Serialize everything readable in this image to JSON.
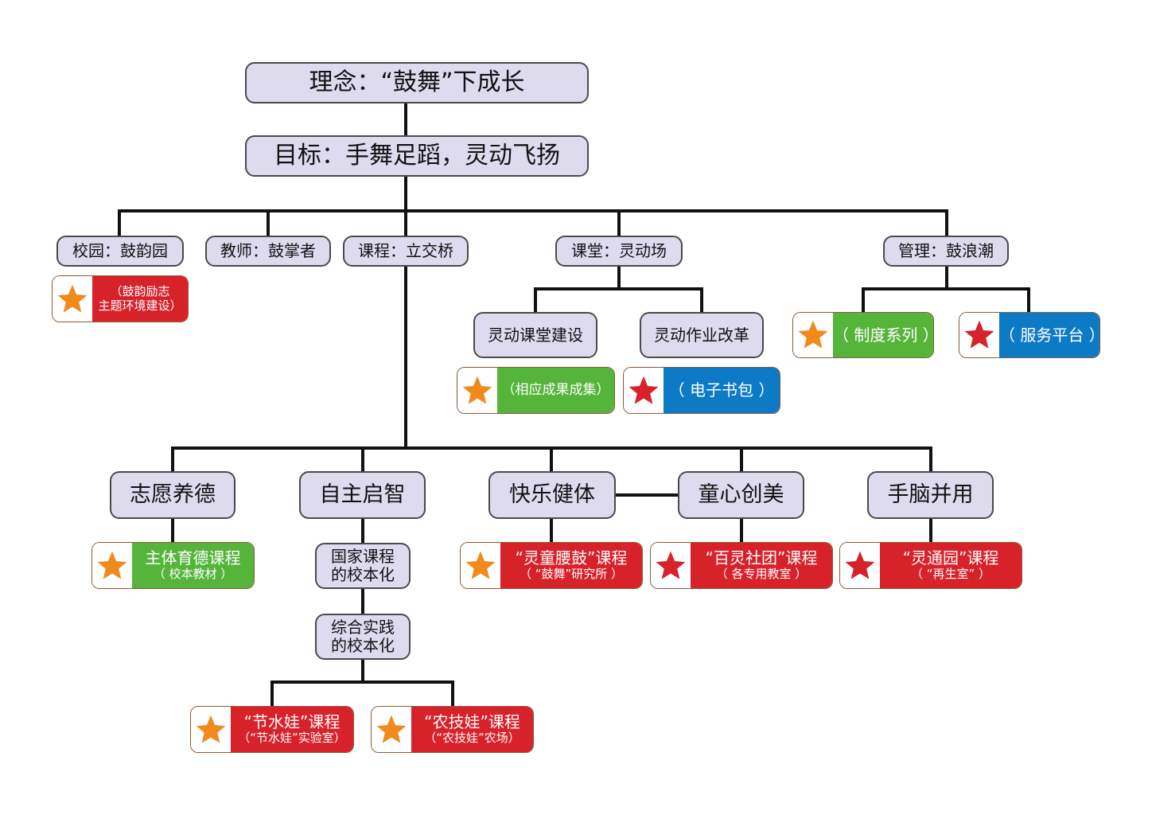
{
  "nodes": {
    "concept": "理念：“鼓舞”下成长",
    "goal": "目标：手舞足蹈，灵动飞扬",
    "campus": "校园：鼓韵园",
    "teacher": "教师：鼓掌者",
    "curriculum": "课程：立交桥",
    "classroom": "课堂：灵动场",
    "management": "管理：鼓浪潮",
    "classroom_build": "灵动课堂建设",
    "homework_reform": "灵动作业改革",
    "volunteer": "志愿养德",
    "autonomy": "自主启智",
    "happy": "快乐健体",
    "childlike": "童心创美",
    "handbrain": "手脑并用",
    "national_1": "国家课程",
    "national_2": "的校本化",
    "practice_1": "综合实践",
    "practice_2": "的校本化"
  },
  "badges": {
    "campus_1": "（鼓韵励志",
    "campus_2": "主题环境建设）",
    "achievements": "（相应成果成集）",
    "ebag": "（ 电子书包 ）",
    "system": "（ 制度系列 ）",
    "service": "（ 服务平台 ）",
    "moral_1": "主体育德课程",
    "moral_2": "（ 校本教材 ）",
    "drum_1": "“灵童腰鼓”课程",
    "drum_2": "（ “鼓舞”研究所 ）",
    "club_1": "“百灵社团”课程",
    "club_2": "（ 各专用教室 ）",
    "garden_1": "“灵通园”课程",
    "garden_2": "（ “再生室” ）",
    "water_1": "“节水娃”课程",
    "water_2": "（“节水娃”实验室）",
    "farm_1": "“农技娃”课程",
    "farm_2": "（“农技娃”农场）"
  },
  "icons": {
    "orange_star": "star-icon",
    "red_star": "star-icon"
  },
  "colors": {
    "node_fill": "#dedbef",
    "red": "#d8222a",
    "green": "#55b43a",
    "blue": "#0c7ac4",
    "orange_star": "#f08a1c",
    "red_star": "#d8222a"
  }
}
